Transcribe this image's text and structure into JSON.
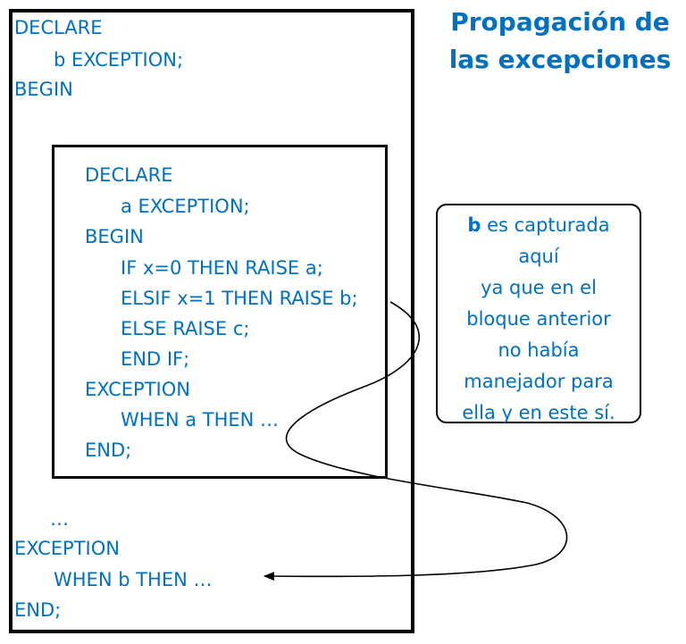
{
  "title": {
    "line1": "Propagación de",
    "line2": "las excepciones"
  },
  "outer_code": {
    "declare": "DECLARE",
    "b_exception": "b EXCEPTION;",
    "begin": "BEGIN",
    "ellipsis": "…",
    "exception": "EXCEPTION",
    "when_b": "WHEN b THEN …",
    "end": "END;"
  },
  "inner_code": {
    "declare": "DECLARE",
    "a_exception": "a EXCEPTION;",
    "begin": "BEGIN",
    "if_line": "IF x=0 THEN RAISE a;",
    "elsif_line": "ELSIF x=1 THEN RAISE b;",
    "else_line": "ELSE RAISE c;",
    "end_if": "END IF;",
    "exception": "EXCEPTION",
    "when_a": "WHEN a THEN …",
    "end": "END;"
  },
  "note": {
    "bold_word": "b",
    "line1_rest": " es capturada",
    "line2": "aquí",
    "line3": "ya que en el",
    "line4": "bloque anterior",
    "line5": "no había",
    "line6": "manejador para",
    "line7": "ella y en este sí."
  },
  "colors": {
    "code_text": "#0070C0",
    "border": "#000000"
  }
}
